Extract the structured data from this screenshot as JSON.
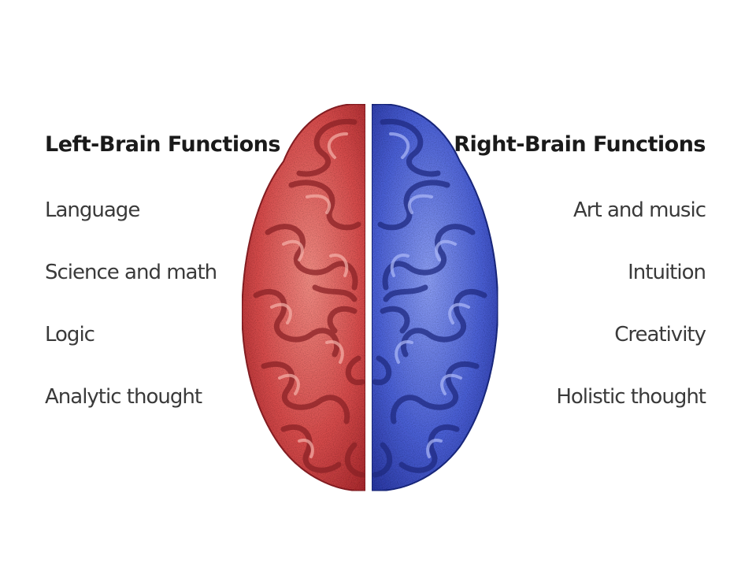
{
  "left": {
    "heading": "Left-Brain Functions",
    "items": [
      "Language",
      "Science and math",
      "Logic",
      "Analytic thought"
    ]
  },
  "right": {
    "heading": "Right-Brain Functions",
    "items": [
      "Art and music",
      "Intuition",
      "Creativity",
      "Holistic thought"
    ]
  },
  "colors": {
    "left_hemisphere": "#d64c4c",
    "right_hemisphere": "#4a5fd4",
    "heading_text": "#1a1a1a",
    "item_text": "#3a3a3a"
  }
}
